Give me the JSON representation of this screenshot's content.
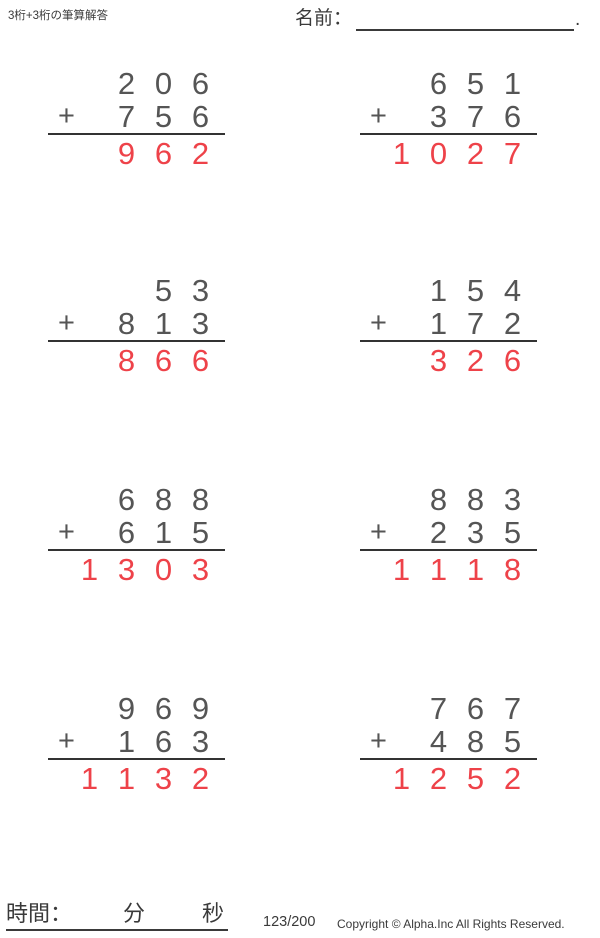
{
  "header": {
    "title": "3桁+3桁の筆算解答",
    "name_label": "名前：",
    "name_line_end": "."
  },
  "operator": "+",
  "problems": [
    {
      "operand1": "206",
      "operand2": "756",
      "answer": "962"
    },
    {
      "operand1": "651",
      "operand2": "376",
      "answer": "1027"
    },
    {
      "operand1": "53",
      "operand2": "813",
      "answer": "866"
    },
    {
      "operand1": "154",
      "operand2": "172",
      "answer": "326"
    },
    {
      "operand1": "688",
      "operand2": "615",
      "answer": "1303"
    },
    {
      "operand1": "883",
      "operand2": "235",
      "answer": "1118"
    },
    {
      "operand1": "969",
      "operand2": "163",
      "answer": "1132"
    },
    {
      "operand1": "767",
      "operand2": "485",
      "answer": "1252"
    }
  ],
  "footer": {
    "time_label": "時間：",
    "minutes_label": "分",
    "seconds_label": "秒",
    "page_number": "123/200",
    "copyright": "Copyright © Alpha.Inc All Rights Reserved."
  },
  "colors": {
    "text": "#3a3a3a",
    "operand": "#555555",
    "answer": "#ee4249",
    "line": "#333333"
  }
}
